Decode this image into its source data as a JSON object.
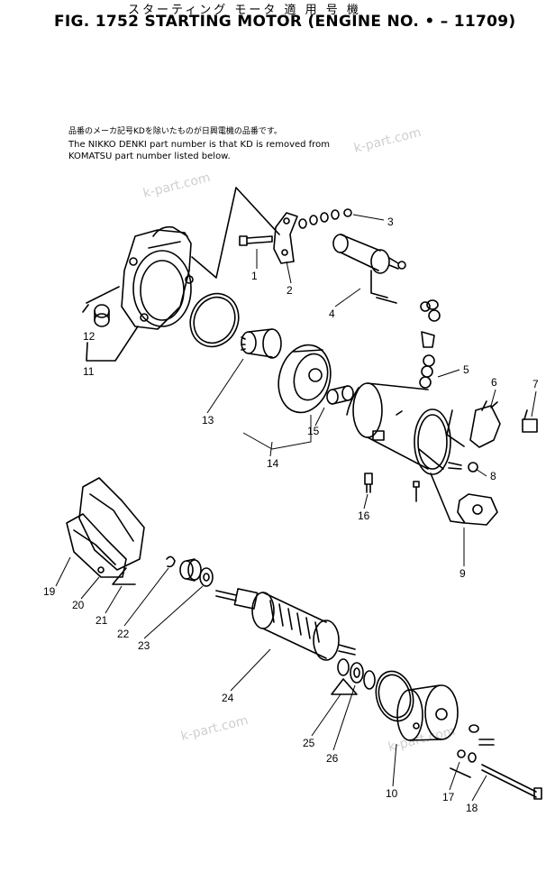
{
  "header": {
    "japanese_title": "スターティング モータ 適 用 号 機",
    "title": "FIG. 1752  STARTING MOTOR (ENGINE NO.     •     – 11709)"
  },
  "notes": {
    "jp_line": "品番のメーカ記号KDを除いたものが日興電機の品番です。",
    "line1": "The NIKKO DENKI part number is that KD is removed from",
    "line2": "KOMATSU part number listed below."
  },
  "watermark": "k-part.com",
  "callouts": [
    "1",
    "2",
    "3",
    "4",
    "5",
    "6",
    "7",
    "8",
    "9",
    "10",
    "11",
    "12",
    "13",
    "14",
    "15",
    "16",
    "17",
    "18",
    "19",
    "20",
    "21",
    "22",
    "23",
    "24",
    "25",
    "26"
  ]
}
